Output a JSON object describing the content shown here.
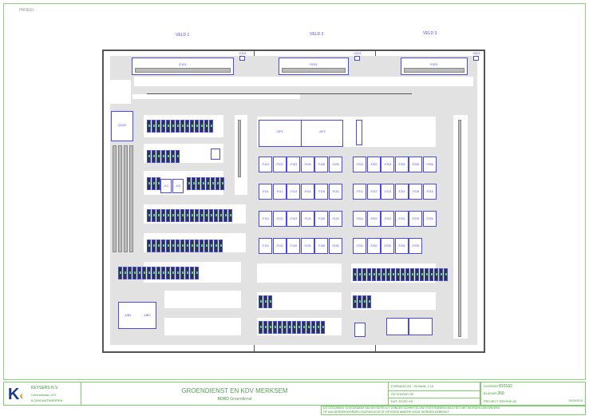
{
  "sheet_label": "PANEEL",
  "fields": [
    "VELD 1",
    "VELD 2",
    "VELD 3"
  ],
  "lamp_labels": [
    "E101",
    "E201",
    "E301"
  ],
  "socket_labels": [
    "X101",
    "X201",
    "X301"
  ],
  "main_switch": "Q100",
  "contactors_top": [
    "-KF1",
    "-KF2"
  ],
  "relay_labels": [
    "-K1",
    "-K2"
  ],
  "breaker_rows": [
    [
      "-F101",
      "-F102",
      "-F103",
      "-F104",
      "-F105",
      "-F106"
    ],
    [
      "-F111",
      "-F112",
      "-F113",
      "-F114",
      "-F115",
      "-F116"
    ],
    [
      "-F121",
      "-F122",
      "-F123",
      "-F124",
      "-F125",
      "-F126"
    ],
    [
      "-F131",
      "-F132",
      "-F133",
      "-F134",
      "-F135",
      "-F136"
    ]
  ],
  "breaker_rows_right": [
    [
      "-F201",
      "-F202",
      "-F203",
      "-F204",
      "-F205",
      "-F206"
    ],
    [
      "-F211",
      "-F212",
      "-F213",
      "-F214",
      "-F215",
      "-F216"
    ],
    [
      "-F221",
      "-F222",
      "-F223",
      "-F224",
      "-F225",
      "-F226"
    ],
    [
      "-F231",
      "-F232",
      "-F233",
      "-F234",
      "-F235"
    ]
  ],
  "bottom_modules": [
    "-UB1",
    "-UB2"
  ],
  "title_block": {
    "company": "KEYSERS N.V.",
    "address1": "Centrumlaan 123",
    "address2": "B-2000 ANTWERPEN",
    "project": "GROENDIENST EN KDV MERKSEM",
    "bord_label": "BORD",
    "bord_value": "Groendienst",
    "formaat_label": "FORMAAT",
    "formaat_value": "A3",
    "schaal_label": "SCHAAL",
    "schaal_value": "1:10",
    "getekend_label": "GETEKEND",
    "getekend_value": "SP",
    "datum_label": "DAT. DOSS",
    "datum_value": "XX",
    "order_label": "DOSSIER",
    "order_value": "810162",
    "blad_label": "BLADNR",
    "blad_value": "350",
    "proj_label": "PROJECT REVISIE",
    "proj_value": "A0",
    "date": "20/03/2013",
    "note1": "DIT DOCUMENT IS EIGENDOM VAN KEYSERS N.V. ZONDER SCHRIFTELIJKE TOESTEMMING MAG HET NIET WORDEN GEKOPIEERD",
    "note2": "OF AAN DERDEN WORDEN VOORGELEGD OF OP ENIGE ANDERE WIJZE WORDEN GEBRUIKT"
  }
}
